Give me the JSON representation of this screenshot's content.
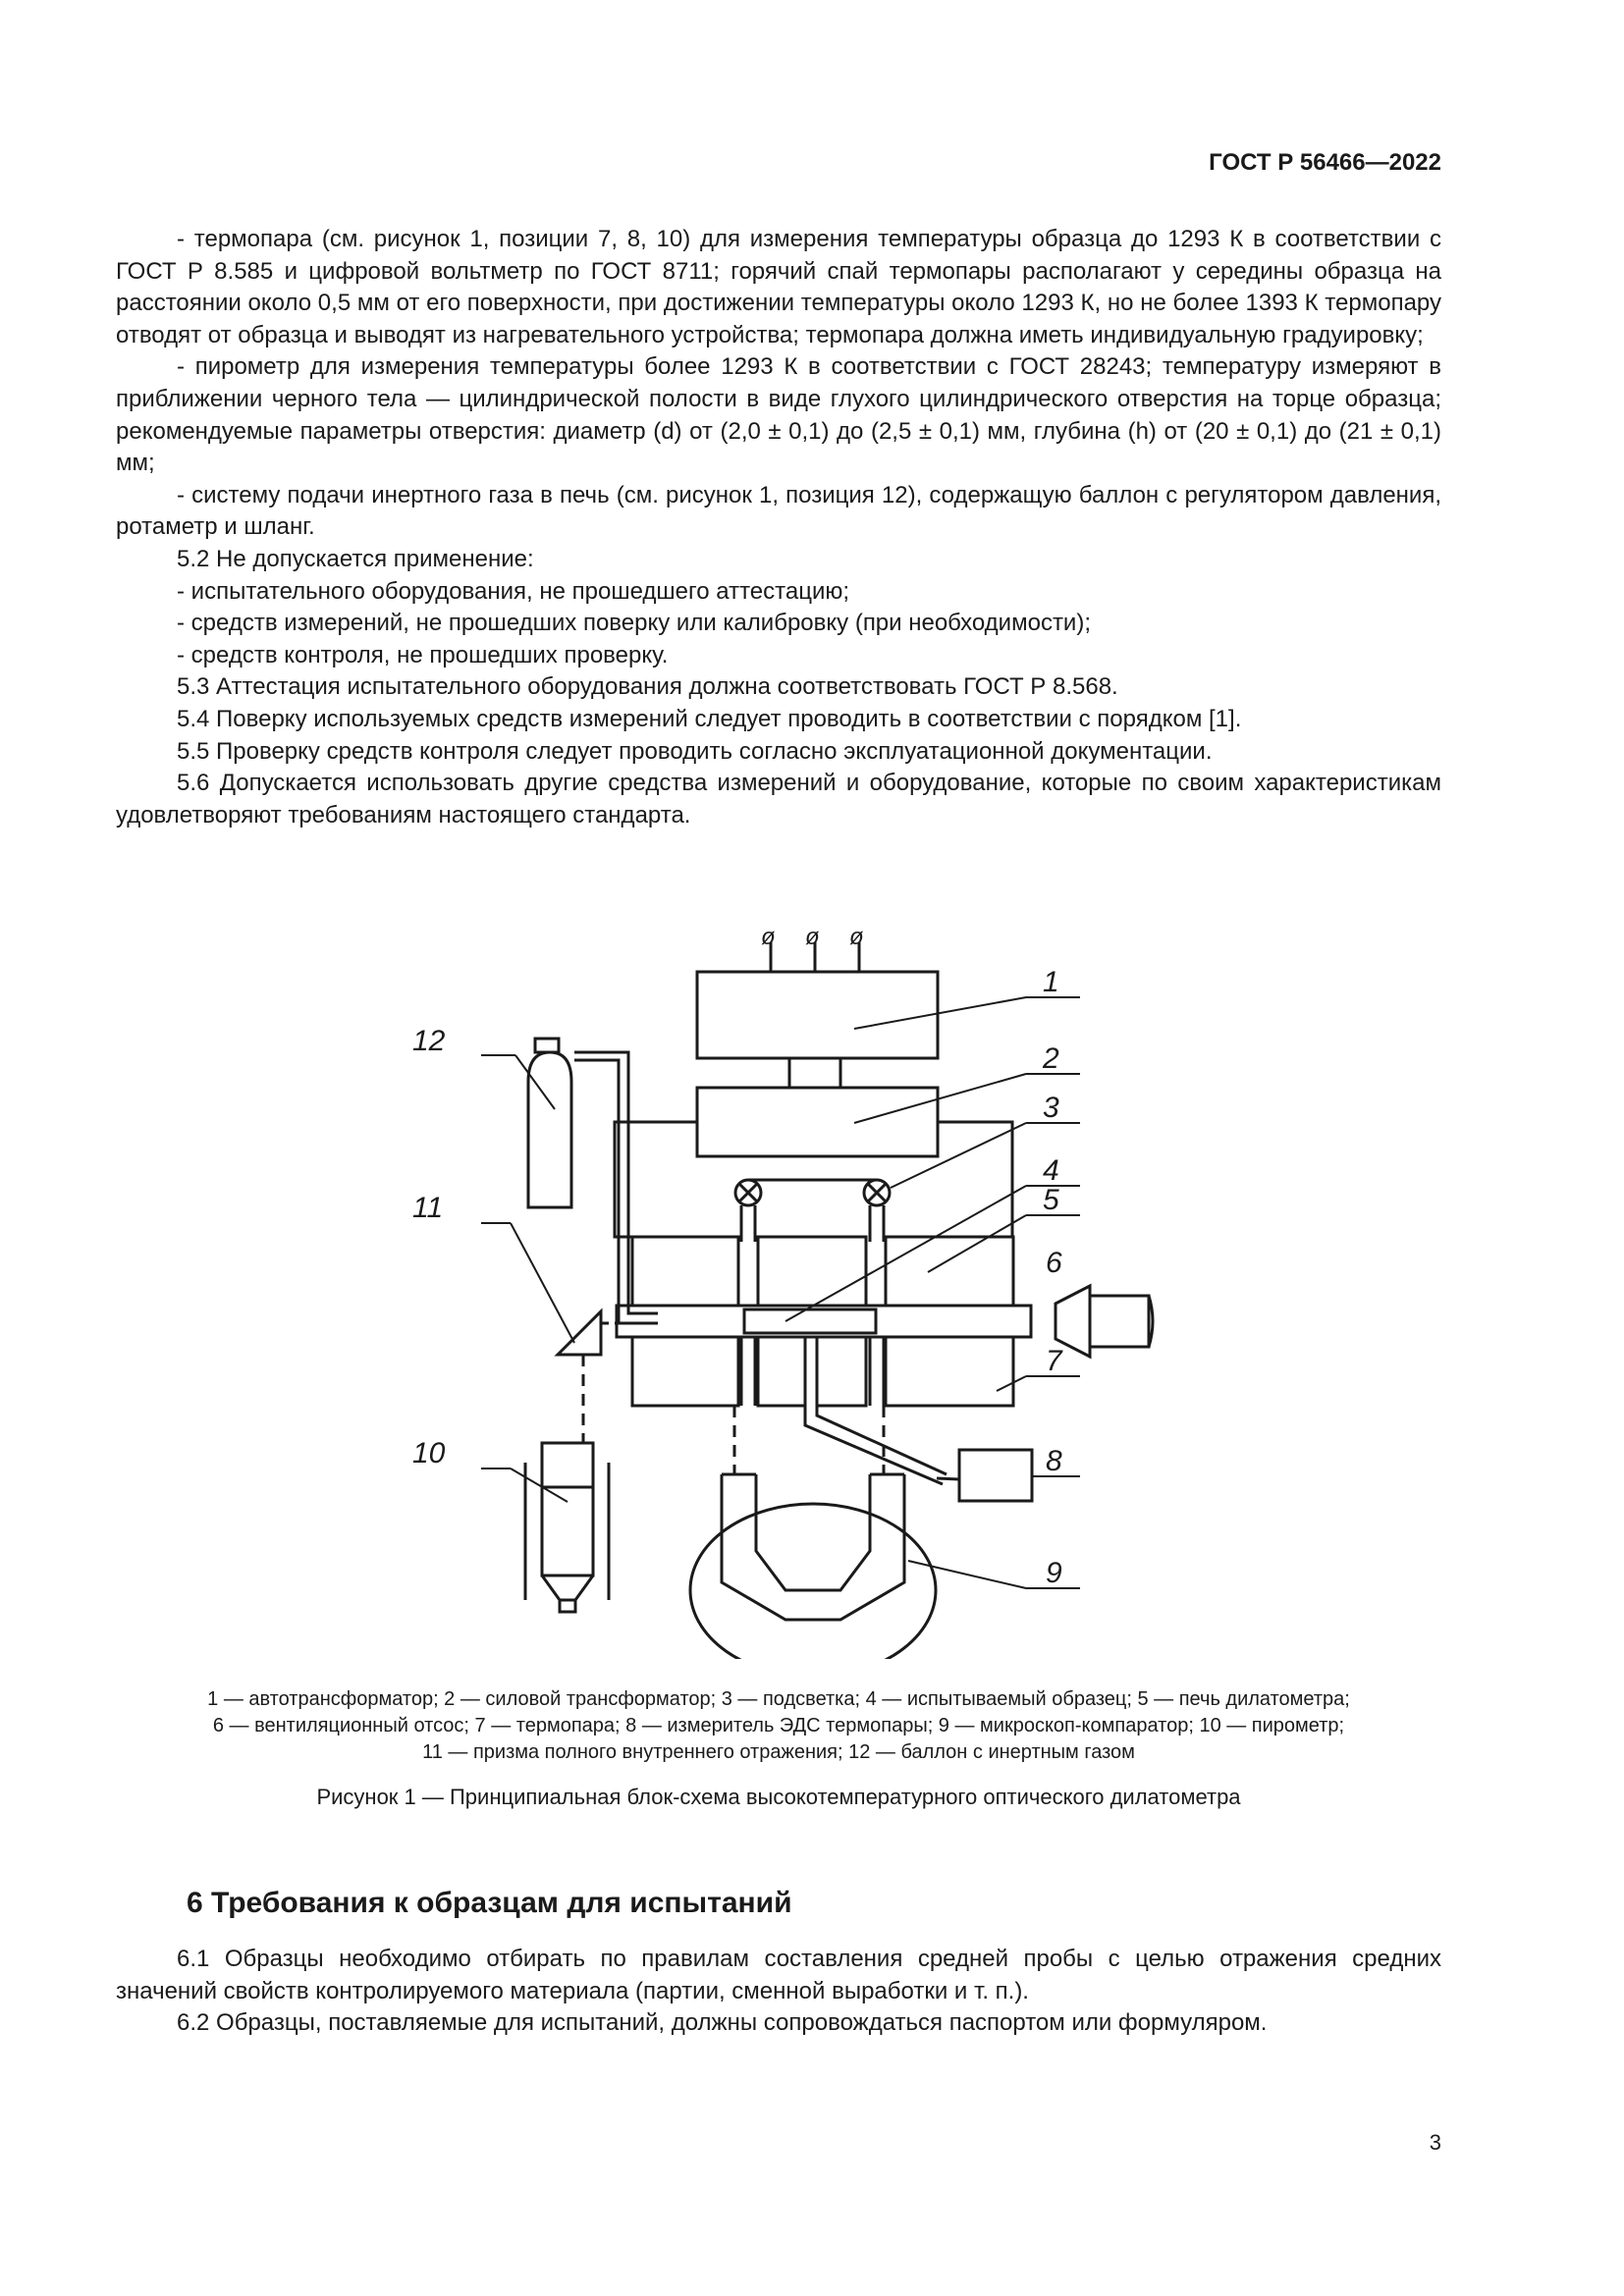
{
  "header": {
    "doc_id": "ГОСТ Р 56466—2022"
  },
  "paragraphs": {
    "p1": "- термопара (см. рисунок 1, позиции 7, 8, 10) для измерения температуры образца до 1293 К в соответствии с ГОСТ Р 8.585 и цифровой вольтметр по ГОСТ 8711; горячий спай термопары располагают у середины образца на расстоянии около 0,5 мм от его поверхности, при достижении температуры около 1293 К, но не более 1393 К термопару отводят от образца и выводят из нагревательного устройства; термопара должна иметь индивидуальную градуировку;",
    "p2": "- пирометр для измерения температуры более 1293 К в соответствии с ГОСТ 28243; температуру измеряют в приближении черного тела — цилиндрической полости в виде глухого цилиндрического отверстия на торце образца; рекомендуемые параметры отверстия: диаметр (d) от (2,0 ± 0,1) до (2,5 ± 0,1) мм, глубина (h) от (20 ± 0,1) до (21 ± 0,1) мм;",
    "p3": "- систему подачи инертного газа в печь (см. рисунок 1, позиция 12), содержащую баллон с регулятором давления, ротаметр и шланг.",
    "p4": "5.2 Не допускается применение:",
    "p5": "- испытательного оборудования, не прошедшего аттестацию;",
    "p6": "- средств измерений, не прошедших поверку или калибровку (при необходимости);",
    "p7": "- средств контроля, не прошедших проверку.",
    "p8": "5.3 Аттестация испытательного оборудования должна соответствовать ГОСТ Р 8.568.",
    "p9": "5.4 Поверку используемых средств измерений следует проводить в соответствии с порядком [1].",
    "p10": "5.5 Проверку средств контроля следует проводить согласно эксплуатационной документации.",
    "p11": "5.6 Допускается использовать другие средства измерений и оборудование, которые по своим характеристикам удовлетворяют требованиям настоящего стандарта."
  },
  "figure": {
    "labels": {
      "n1": "1",
      "n2": "2",
      "n3": "3",
      "n4": "4",
      "n5": "5",
      "n6": "6",
      "n7": "7",
      "n8": "8",
      "n9": "9",
      "n10": "10",
      "n11": "11",
      "n12": "12",
      "phi": "ø"
    },
    "legend": {
      "line1": "1 — автотрансформатор; 2 — силовой трансформатор; 3 — подсветка; 4 — испытываемый образец; 5 — печь дилатометра;",
      "line2": "6 — вентиляционный отсос; 7 — термопара; 8 — измеритель ЭДС термопары; 9 — микроскоп-компаратор; 10 — пирометр;",
      "line3": "11 — призма полного внутреннего отражения; 12 — баллон с инертным газом"
    },
    "caption": "Рисунок 1 — Принципиальная блок-схема высокотемпературного оптического дилатометра"
  },
  "section6": {
    "title": "6 Требования к образцам для испытаний",
    "p1": "6.1 Образцы необходимо отбирать по правилам составления средней пробы с целью отражения средних значений свойств контролируемого материала (партии, сменной выработки и т. п.).",
    "p2": "6.2 Образцы, поставляемые для испытаний, должны сопровождаться паспортом или формуляром."
  },
  "page_number": "3"
}
